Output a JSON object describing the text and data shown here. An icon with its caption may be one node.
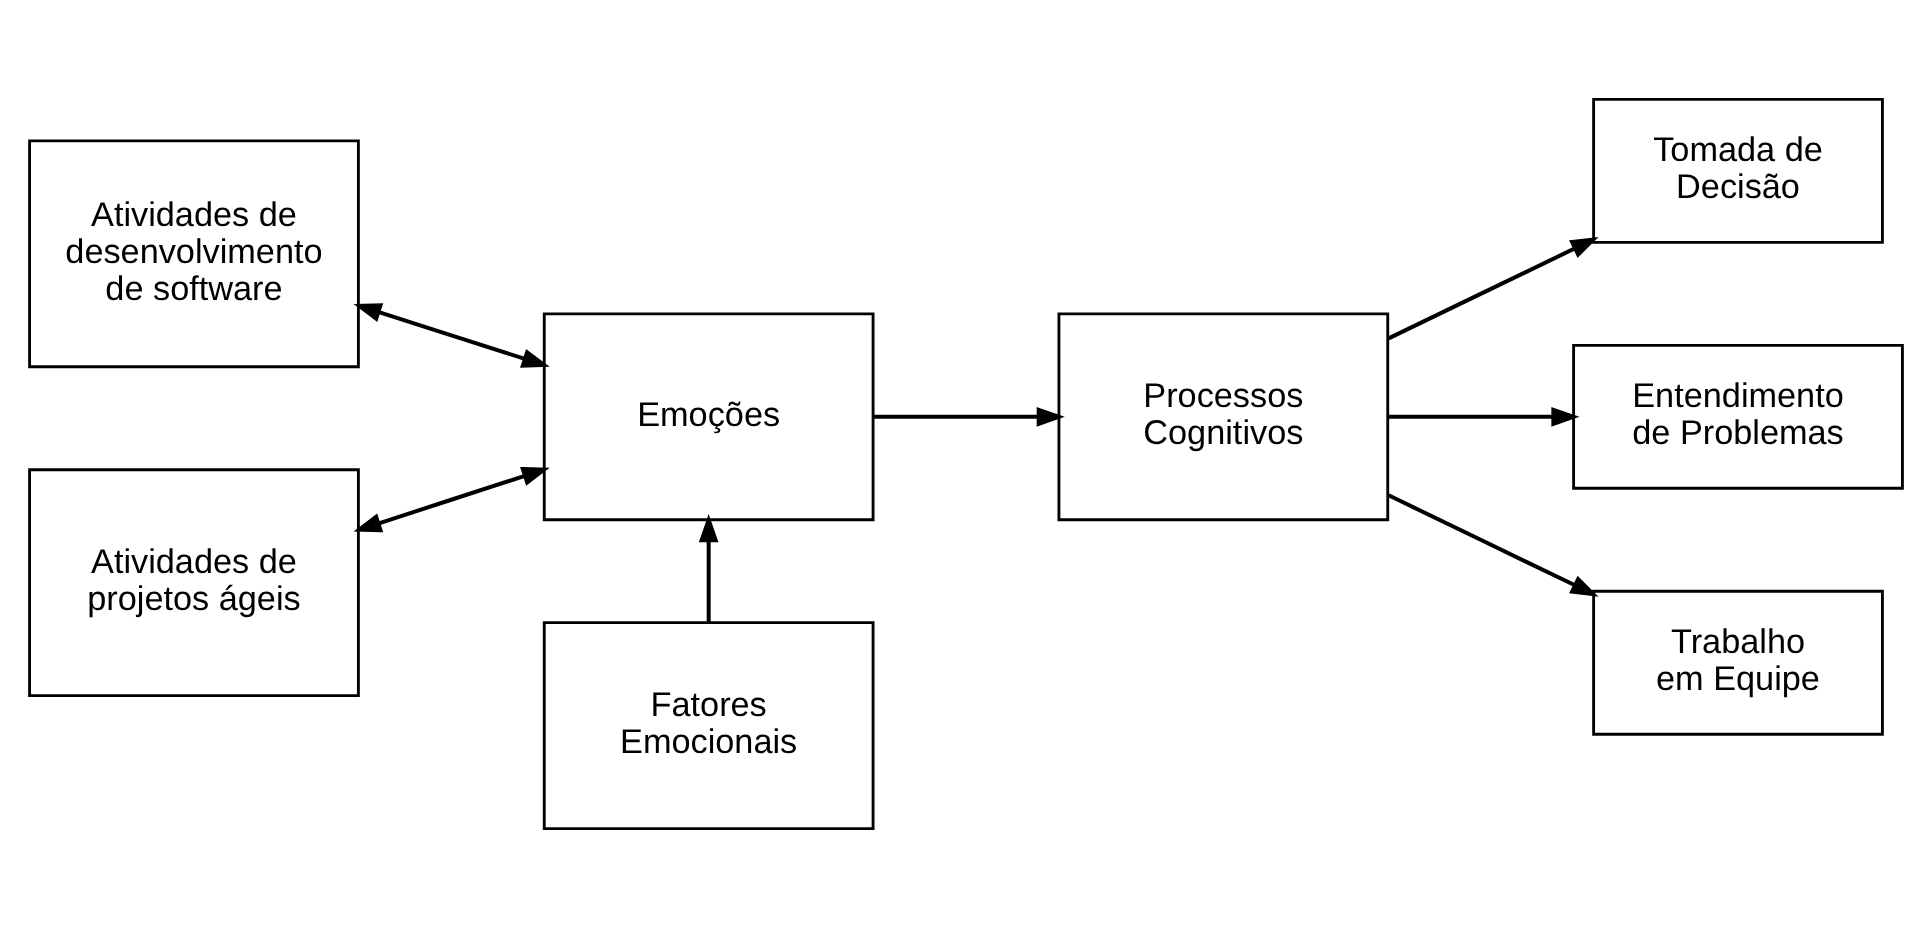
{
  "diagram": {
    "nodes": [
      {
        "text": [
          "Atividades de desenvolvimento de software"
        ]
      },
      {
        "text": [
          "Atividades de projetos ágeis"
        ]
      },
      {
        "text": [
          "Emoções"
        ]
      },
      {
        "text": [
          "Fatores Emocionais"
        ]
      },
      {
        "text": [
          "Processos Cognitivos"
        ]
      },
      {
        "text": [
          "Tomada de Decisão"
        ]
      },
      {
        "text": [
          "Entendimento de Problemas"
        ]
      },
      {
        "text": [
          "Trabalho em Equipe"
        ]
      }
    ],
    "edges": [
      {
        "from": 0,
        "to": 2,
        "arrow": "both"
      },
      {
        "from": 1,
        "to": 2,
        "arrow": "both"
      },
      {
        "from": 3,
        "to": 2,
        "arrow": "to"
      },
      {
        "from": 2,
        "to": 4,
        "arrow": "to"
      },
      {
        "from": 4,
        "to": 5,
        "arrow": "to"
      },
      {
        "from": 4,
        "to": 6,
        "arrow": "to"
      },
      {
        "from": 4,
        "to": 7,
        "arrow": "to"
      }
    ]
  }
}
